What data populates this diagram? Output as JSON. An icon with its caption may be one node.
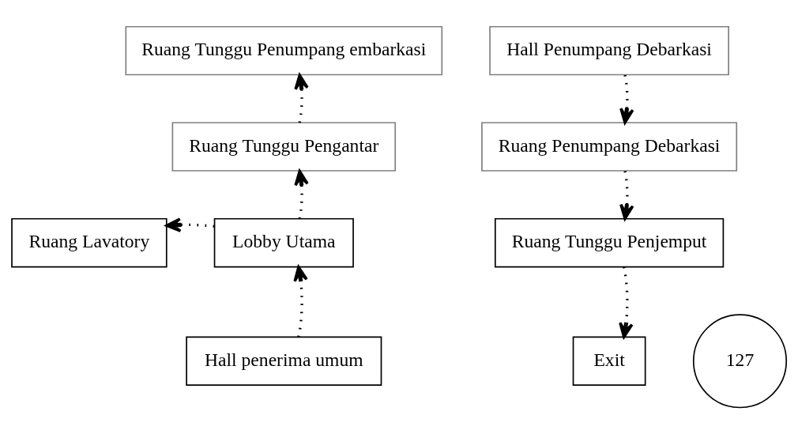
{
  "diagram": {
    "nodes": [
      {
        "text": [
          "Ruang Tunggu Penumpang embarkasi"
        ]
      },
      {
        "text": [
          "Ruang Tunggu Pengantar"
        ]
      },
      {
        "text": [
          "Ruang Lavatory"
        ]
      },
      {
        "text": [
          "Lobby Utama"
        ]
      },
      {
        "text": [
          "Hall penerima umum"
        ]
      },
      {
        "text": [
          "Hall Penumpang Debarkasi"
        ]
      },
      {
        "text": [
          "Ruang Penumpang Debarkasi"
        ]
      },
      {
        "text": [
          "Ruang Tunggu Penjemput"
        ]
      },
      {
        "text": [
          "Exit"
        ]
      },
      {
        "text": [
          "127"
        ]
      }
    ],
    "edges": [
      {
        "from": 4,
        "to": 3,
        "arrow": "to",
        "style": "dashed"
      },
      {
        "from": 3,
        "to": 1,
        "arrow": "to",
        "style": "dashed"
      },
      {
        "from": 3,
        "to": 2,
        "arrow": "to",
        "style": "dashed"
      },
      {
        "from": 1,
        "to": 0,
        "arrow": "to",
        "style": "dashed"
      },
      {
        "from": 5,
        "to": 6,
        "arrow": "to",
        "style": "dashed"
      },
      {
        "from": 6,
        "to": 7,
        "arrow": "to",
        "style": "dashed"
      },
      {
        "from": 7,
        "to": 8,
        "arrow": "to",
        "style": "dashed"
      }
    ]
  }
}
